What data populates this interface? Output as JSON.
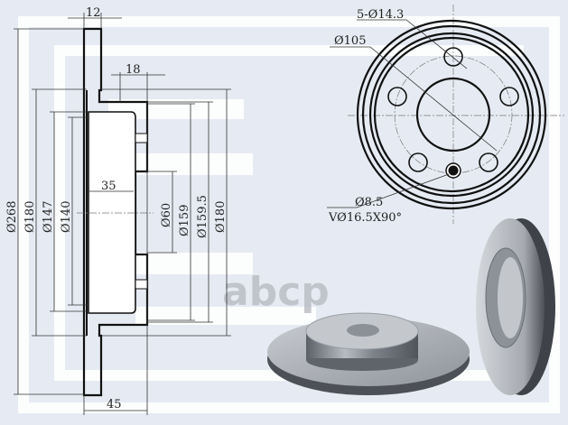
{
  "watermark": "abcp",
  "side_view": {
    "dims": {
      "thickness": "12",
      "hat_offset": "18",
      "hat_depth_inner": "35",
      "total_height": "45",
      "outer_dia": "Ø268",
      "hat_outer_dia_left": "Ø180",
      "inner_dia_147": "Ø147",
      "inner_dia_140": "Ø140",
      "center_bore": "Ø60",
      "dia_159": "Ø159",
      "dia_159_5": "Ø159.5",
      "hat_outer_dia_right": "Ø180"
    }
  },
  "front_view": {
    "bolt_holes": "5-Ø14.3",
    "pcd": "Ø105",
    "screw_hole": "Ø8.5",
    "countersink": "VØ16.5X90°"
  },
  "colors": {
    "background": "#e6ebf3",
    "stripe": "#ffffff",
    "line": "#111111"
  }
}
